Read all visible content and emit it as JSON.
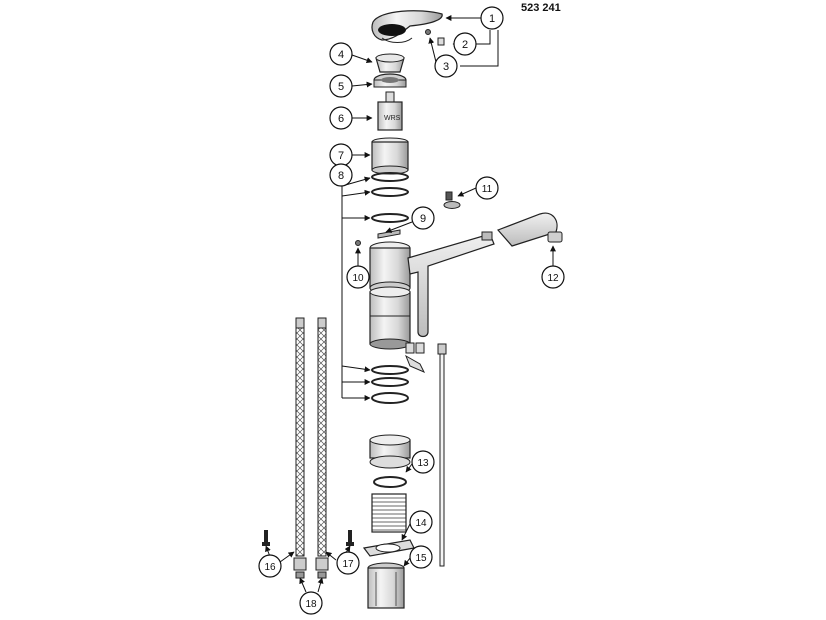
{
  "diagram": {
    "part_number": "523 241",
    "callouts": [
      "1",
      "2",
      "3",
      "4",
      "5",
      "6",
      "7",
      "8",
      "9",
      "10",
      "11",
      "12",
      "13",
      "14",
      "15",
      "16",
      "17",
      "18"
    ]
  }
}
